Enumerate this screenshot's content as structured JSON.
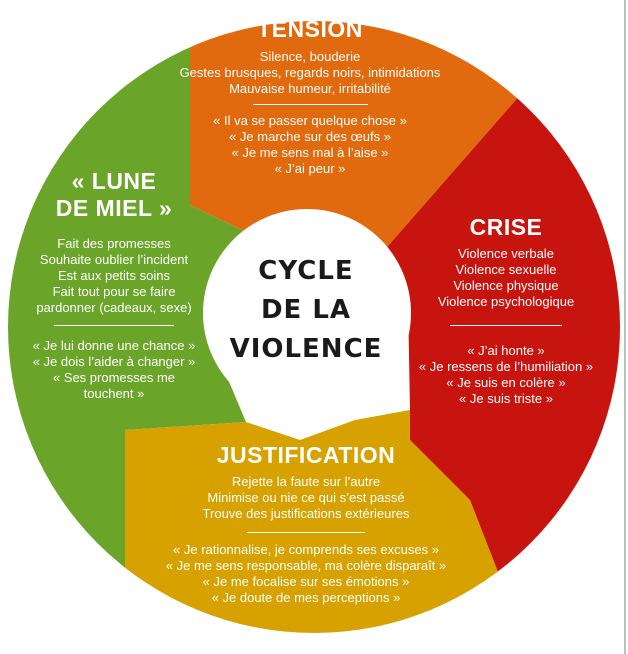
{
  "center": {
    "line1": "CYCLE",
    "line2": "DE LA",
    "line3": "VIOLENCE"
  },
  "colors": {
    "tension": "#e06a0d",
    "crise": "#c8140f",
    "justification": "#d7a100",
    "lune": "#6aa52a",
    "center": "#ffffff",
    "text": "#ffffff"
  },
  "tension": {
    "title": "TENSION",
    "behaviors": [
      "Silence, bouderie",
      "Gestes brusques, regards noirs, intimidations",
      "Mauvaise humeur, irritabilité"
    ],
    "feelings": [
      "« Il va se passer quelque chose »",
      "« Je marche sur des œufs »",
      "« Je me sens mal à l’aise »",
      "« J’ai peur »"
    ]
  },
  "crise": {
    "title": "CRISE",
    "behaviors": [
      "Violence verbale",
      "Violence sexuelle",
      "Violence physique",
      "Violence psychologique"
    ],
    "feelings": [
      "« J’ai honte »",
      "« Je ressens de l’humiliation »",
      "« Je suis en colère »",
      "« Je suis triste »"
    ]
  },
  "justification": {
    "title": "JUSTIFICATION",
    "behaviors": [
      "Rejette la faute sur l’autre",
      "Minimise ou nie ce qui s’est passé",
      "Trouve des justifications extérieures"
    ],
    "feelings": [
      "« Je rationnalise, je comprends ses excuses »",
      "« Je me sens responsable, ma colère disparaît »",
      "« Je me focalise sur ses émotions »",
      "« Je doute de mes perceptions »"
    ]
  },
  "lune": {
    "title_line1": "« LUNE",
    "title_line2": "DE MIEL »",
    "behaviors": [
      "Fait des promesses",
      "Souhaite oublier l’incident",
      "Est aux petits soins",
      "Fait tout pour se faire",
      "pardonner (cadeaux, sexe)"
    ],
    "feelings": [
      "« Je lui donne une chance »",
      "« Je dois l’aider à changer »",
      "« Ses promesses me",
      "touchent »"
    ]
  }
}
